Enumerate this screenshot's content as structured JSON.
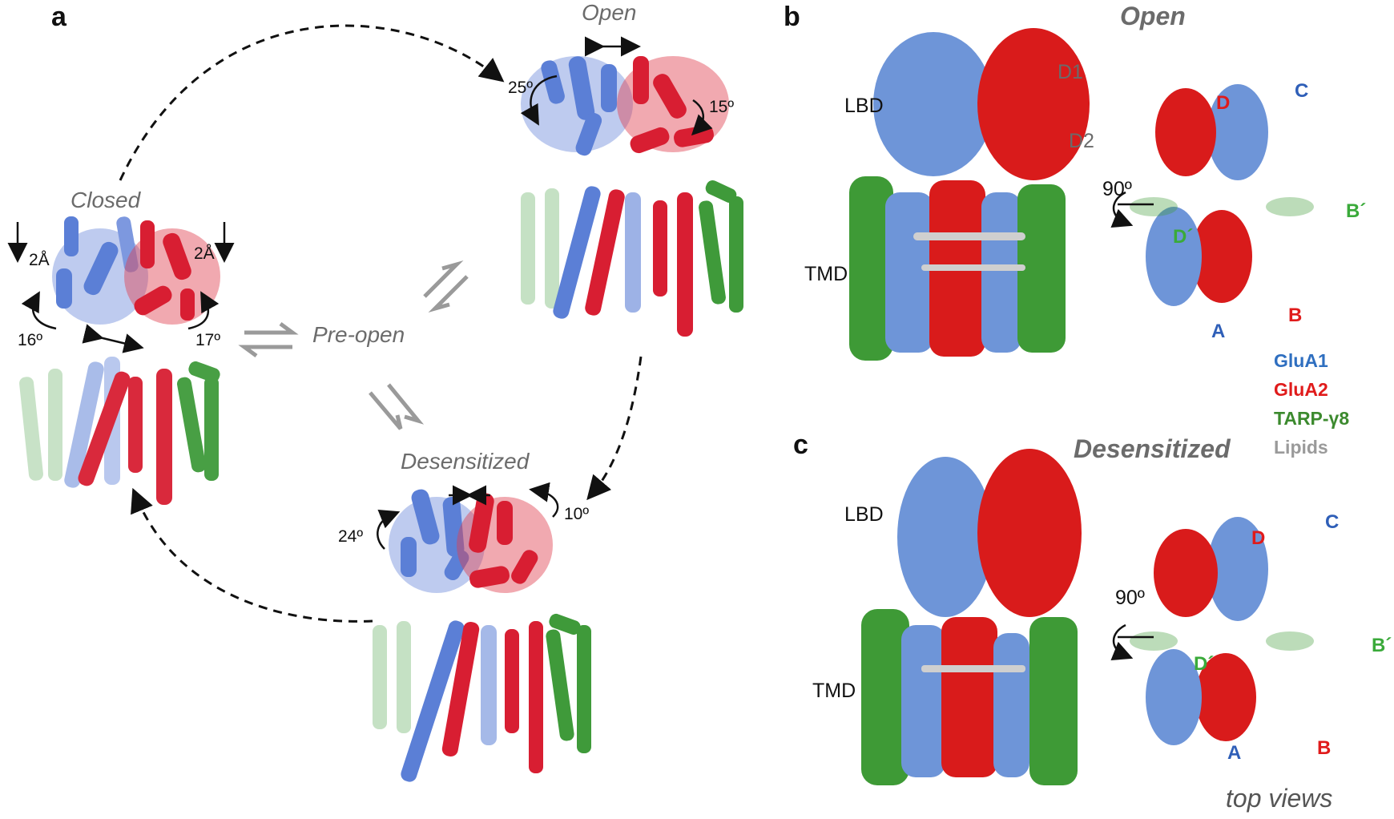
{
  "panels": {
    "a": "a",
    "b": "b",
    "c": "c"
  },
  "states": {
    "closed": "Closed",
    "open": "Open",
    "pre_open": "Pre-open",
    "desensitized": "Desensitized"
  },
  "angles": {
    "closed_left_shift": "2Å",
    "closed_right_shift": "2Å",
    "closed_left_rot": "16º",
    "closed_right_rot": "17º",
    "open_left": "25º",
    "open_right": "15º",
    "des_left": "24º",
    "des_right": "10º"
  },
  "panel_b": {
    "title": "Open",
    "lbd": "LBD",
    "tmd": "TMD",
    "d1": "D1",
    "d2": "D2",
    "rotation": "90º",
    "sub_d": "D",
    "sub_c": "C",
    "sub_dprime": "D´",
    "sub_bprime": "B´",
    "sub_a": "A",
    "sub_b": "B"
  },
  "panel_c": {
    "title": "Desensitized",
    "lbd": "LBD",
    "tmd": "TMD",
    "rotation": "90º",
    "sub_d": "D",
    "sub_c": "C",
    "sub_dprime": "D´",
    "sub_bprime": "B´",
    "sub_a": "A",
    "sub_b": "B",
    "footer": "top views"
  },
  "legend": [
    {
      "label": "GluA1",
      "color": "#2f6fc0"
    },
    {
      "label": "GluA2",
      "color": "#e01b1b"
    },
    {
      "label": "TARP-γ8",
      "color": "#3c8a2e"
    },
    {
      "label": "Lipids",
      "color": "#9a9a9a"
    }
  ],
  "colors": {
    "glua1": "#5b7fd6",
    "glua2": "#d81e32",
    "tarp": "#3f9a3a",
    "lipid": "#c9c9c9"
  }
}
